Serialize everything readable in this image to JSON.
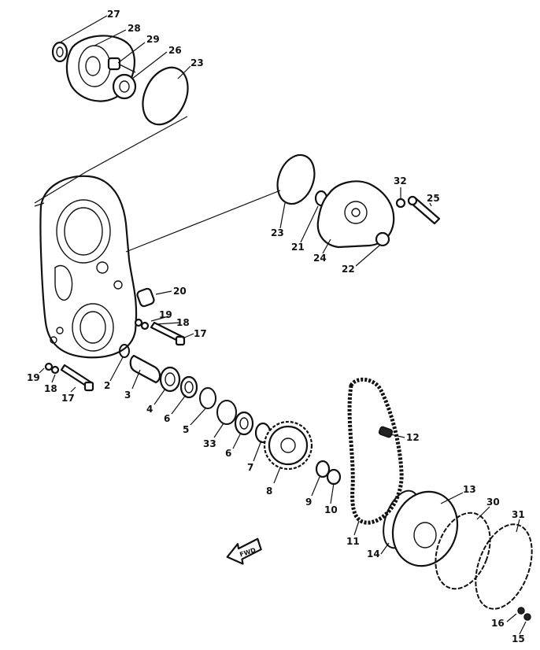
{
  "callouts": {
    "c27": "27",
    "c28": "28",
    "c29": "29",
    "c26": "26",
    "c23a": "23",
    "c23b": "23",
    "c21": "21",
    "c24": "24",
    "c22": "22",
    "c32": "32",
    "c25": "25",
    "c20": "20",
    "c19a": "19",
    "c18a": "18",
    "c17a": "17",
    "c19b": "19",
    "c18b": "18",
    "c17b": "17",
    "c2": "2",
    "c3": "3",
    "c4": "4",
    "c6a": "6",
    "c5": "5",
    "c33": "33",
    "c6b": "6",
    "c7": "7",
    "c8": "8",
    "c9": "9",
    "c10": "10",
    "c11": "11",
    "c12": "12",
    "c13": "13",
    "c14": "14",
    "c30": "30",
    "c31": "31",
    "c16": "16",
    "c15": "15"
  },
  "direction_arrow": {
    "label": "FWD",
    "icon": "forward-arrow-icon"
  }
}
